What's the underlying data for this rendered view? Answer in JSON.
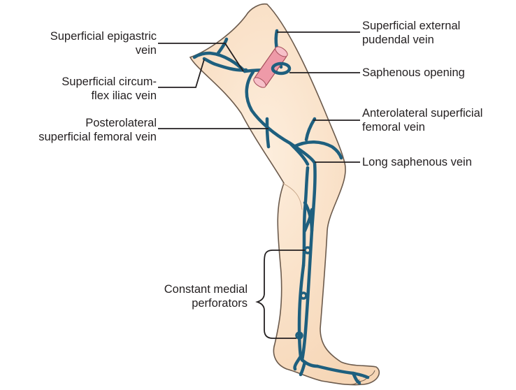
{
  "labels": {
    "superficial_epigastric_vein": [
      "Superficial epigastric",
      "vein"
    ],
    "superficial_circumflex_iliac_vein": [
      "Superficial circum-",
      "flex iliac vein"
    ],
    "posterolateral_superficial_femoral_vein": [
      "Posterolateral",
      "superficial femoral vein"
    ],
    "constant_medial_perforators": [
      "Constant medial",
      "perforators"
    ],
    "superficial_external_pudendal_vein": [
      "Superficial external",
      "pudendal vein"
    ],
    "saphenous_opening": [
      "Saphenous opening"
    ],
    "anterolateral_superficial_femoral_vein": [
      "Anterolateral superficial",
      "femoral vein"
    ],
    "long_saphenous_vein": [
      "Long saphenous vein"
    ]
  },
  "colors": {
    "skin": "#fbe3c9",
    "skin_outline": "#6b5a4c",
    "vein": "#1e5f7e",
    "saphenous_opening_structure": "#ee9aa8",
    "leader_line": "#231f20"
  }
}
